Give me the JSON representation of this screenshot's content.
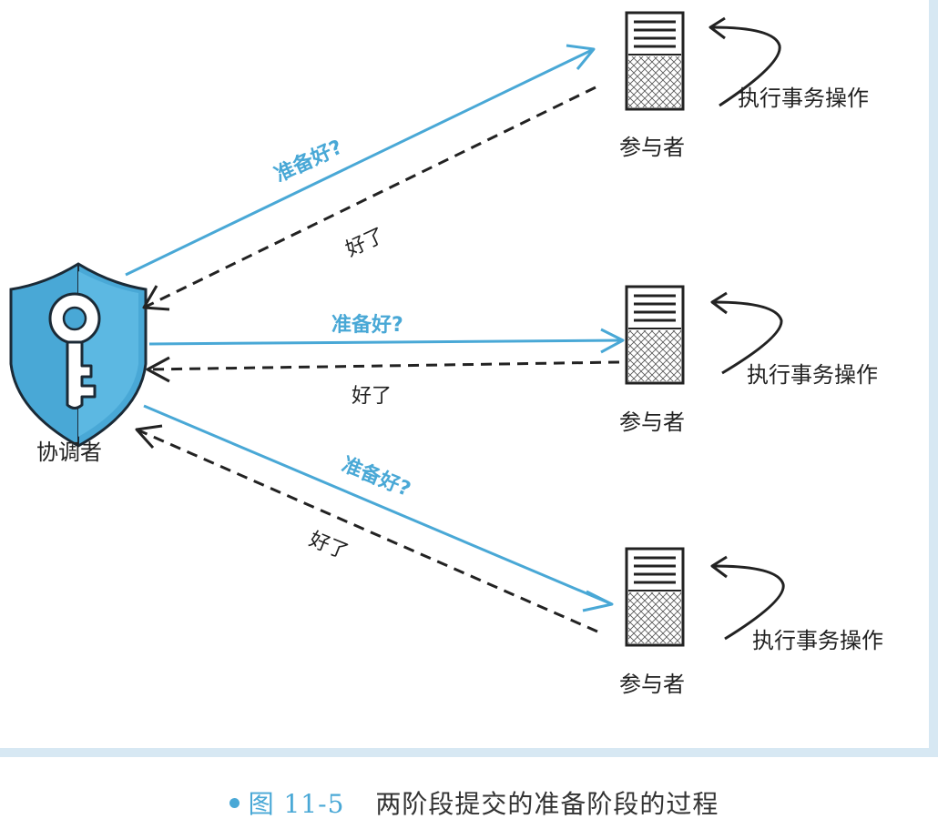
{
  "coordinator": {
    "label": "协调者",
    "icon": "shield-key-icon"
  },
  "participants": [
    {
      "label": "参与者",
      "action": "执行事务操作",
      "icon": "server-icon"
    },
    {
      "label": "参与者",
      "action": "执行事务操作",
      "icon": "server-icon"
    },
    {
      "label": "参与者",
      "action": "执行事务操作",
      "icon": "server-icon"
    }
  ],
  "messages": [
    {
      "request": "准备好?",
      "reply": "好了"
    },
    {
      "request": "准备好?",
      "reply": "好了"
    },
    {
      "request": "准备好?",
      "reply": "好了"
    }
  ],
  "colors": {
    "request_arrow": "#49a8d6",
    "reply_arrow": "#222222",
    "shield": "#49a8d6",
    "frame": "#d7e8f3"
  },
  "caption": {
    "figure_number": "图 11-5",
    "text": "两阶段提交的准备阶段的过程"
  }
}
